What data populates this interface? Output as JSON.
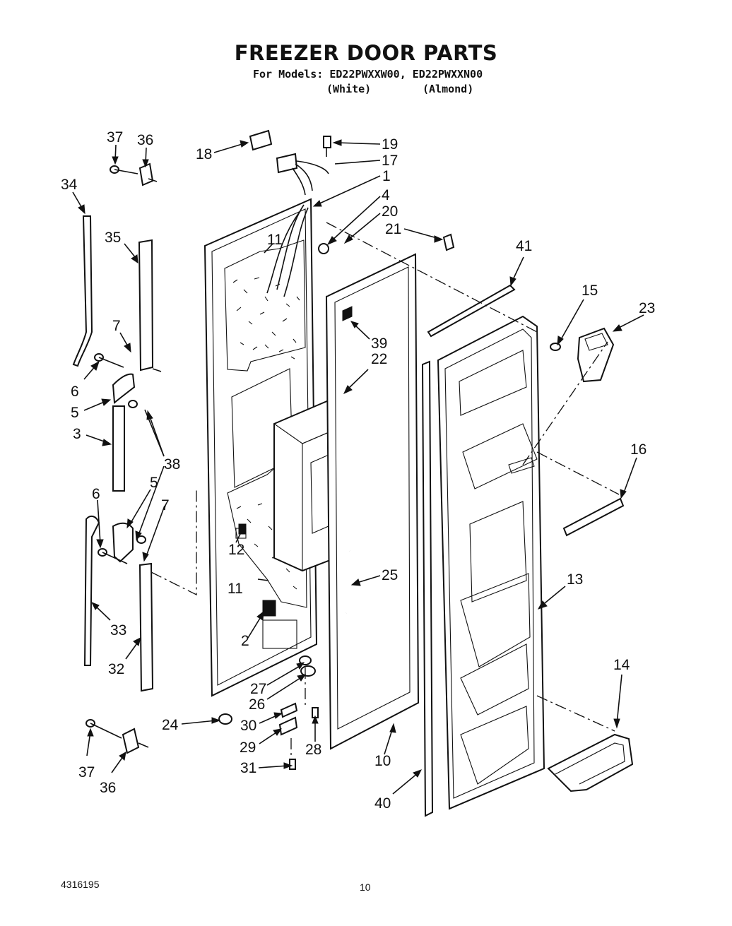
{
  "header": {
    "title": "FREEZER DOOR PARTS",
    "models_line": "For Models: ED22PWXXW00, ED22PWXXN00",
    "color_white": "(White)",
    "color_almond": "(Almond)"
  },
  "footer": {
    "part_number": "4316195",
    "page_number": "10"
  },
  "callouts": [
    {
      "id": "c37a",
      "text": "37"
    },
    {
      "id": "c36a",
      "text": "36"
    },
    {
      "id": "c34",
      "text": "34"
    },
    {
      "id": "c35",
      "text": "35"
    },
    {
      "id": "c7a",
      "text": "7"
    },
    {
      "id": "c6a",
      "text": "6"
    },
    {
      "id": "c5a",
      "text": "5"
    },
    {
      "id": "c3",
      "text": "3"
    },
    {
      "id": "c38",
      "text": "38"
    },
    {
      "id": "c6b",
      "text": "6"
    },
    {
      "id": "c5b",
      "text": "5"
    },
    {
      "id": "c7b",
      "text": "7"
    },
    {
      "id": "c33",
      "text": "33"
    },
    {
      "id": "c32",
      "text": "32"
    },
    {
      "id": "c37b",
      "text": "37"
    },
    {
      "id": "c36b",
      "text": "36"
    },
    {
      "id": "c18",
      "text": "18"
    },
    {
      "id": "c19",
      "text": "19"
    },
    {
      "id": "c17",
      "text": "17"
    },
    {
      "id": "c1",
      "text": "1"
    },
    {
      "id": "c4",
      "text": "4"
    },
    {
      "id": "c20",
      "text": "20"
    },
    {
      "id": "c21",
      "text": "21"
    },
    {
      "id": "c11a",
      "text": "11"
    },
    {
      "id": "c41",
      "text": "41"
    },
    {
      "id": "c15",
      "text": "15"
    },
    {
      "id": "c23",
      "text": "23"
    },
    {
      "id": "c39",
      "text": "39"
    },
    {
      "id": "c22",
      "text": "22"
    },
    {
      "id": "c16",
      "text": "16"
    },
    {
      "id": "c12",
      "text": "12"
    },
    {
      "id": "c11b",
      "text": "11"
    },
    {
      "id": "c25",
      "text": "25"
    },
    {
      "id": "c13",
      "text": "13"
    },
    {
      "id": "c2",
      "text": "2"
    },
    {
      "id": "c27",
      "text": "27"
    },
    {
      "id": "c26",
      "text": "26"
    },
    {
      "id": "c14",
      "text": "14"
    },
    {
      "id": "c24",
      "text": "24"
    },
    {
      "id": "c30",
      "text": "30"
    },
    {
      "id": "c28",
      "text": "28"
    },
    {
      "id": "c29",
      "text": "29"
    },
    {
      "id": "c10",
      "text": "10"
    },
    {
      "id": "c31",
      "text": "31"
    },
    {
      "id": "c40",
      "text": "40"
    }
  ]
}
